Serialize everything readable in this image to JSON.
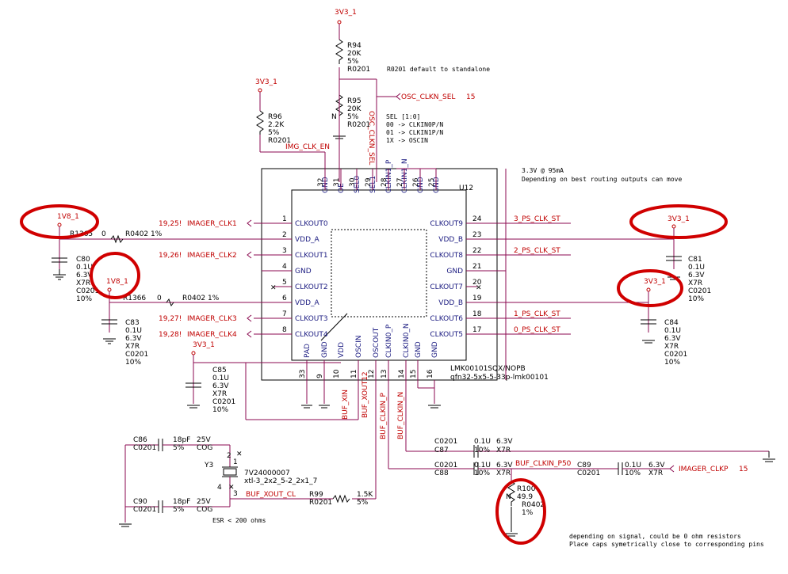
{
  "power": {
    "v33": "3V3_1",
    "v18": "1V8_1"
  },
  "chip": {
    "ref": "U12",
    "part": "LMK00101SQX/NOPB",
    "footprint": "qfn32-5x5-5-33p-lmk00101",
    "note_power": "3.3V @ 95mA",
    "note_route": "Depending on best routing outputs can move",
    "left_pins": [
      {
        "num": "1",
        "name": "CLKOUT0"
      },
      {
        "num": "2",
        "name": "VDD_A"
      },
      {
        "num": "3",
        "name": "CLKOUT1"
      },
      {
        "num": "4",
        "name": "GND"
      },
      {
        "num": "5",
        "name": "CLKOUT2"
      },
      {
        "num": "6",
        "name": "VDD_A"
      },
      {
        "num": "7",
        "name": "CLKOUT3"
      },
      {
        "num": "8",
        "name": "CLKOUT4"
      }
    ],
    "right_pins": [
      {
        "num": "24",
        "name": "CLKOUT9"
      },
      {
        "num": "23",
        "name": "VDD_B"
      },
      {
        "num": "22",
        "name": "CLKOUT8"
      },
      {
        "num": "21",
        "name": "GND"
      },
      {
        "num": "20",
        "name": "CLKOUT7"
      },
      {
        "num": "19",
        "name": "VDD_B"
      },
      {
        "num": "18",
        "name": "CLKOUT6"
      },
      {
        "num": "17",
        "name": "CLKOUT5"
      }
    ],
    "top_pins": [
      {
        "num": "32",
        "name": "GND"
      },
      {
        "num": "31",
        "name": "OE"
      },
      {
        "num": "30",
        "name": "SEL0"
      },
      {
        "num": "29",
        "name": "SEL1"
      },
      {
        "num": "28",
        "name": "CLKIN1_P"
      },
      {
        "num": "27",
        "name": "CLKIN1_N"
      },
      {
        "num": "26",
        "name": "GND"
      },
      {
        "num": "25",
        "name": "GND"
      }
    ],
    "bottom_pins": [
      {
        "num": "33",
        "name": "PAD"
      },
      {
        "num": "9",
        "name": "GND"
      },
      {
        "num": "10",
        "name": "VDD"
      },
      {
        "num": "11",
        "name": "OSCIN"
      },
      {
        "num": "12",
        "name": "OSCOUT"
      },
      {
        "num": "13",
        "name": "CLKIN0_P"
      },
      {
        "num": "14",
        "name": "CLKIN0_N"
      },
      {
        "num": "15",
        "name": "GND"
      },
      {
        "num": "16",
        "name": "GND"
      }
    ]
  },
  "nets": {
    "imager_clk1": "IMAGER_CLK1",
    "imager_clk1_ref": "19,25!",
    "imager_clk2": "IMAGER_CLK2",
    "imager_clk2_ref": "19,26!",
    "imager_clk3": "IMAGER_CLK3",
    "imager_clk3_ref": "19,27!",
    "imager_clk4": "IMAGER_CLK4",
    "imager_clk4_ref": "19,28!",
    "ps3": "3_PS_CLK_ST",
    "ps2": "2_PS_CLK_ST",
    "ps1": "1_PS_CLK_ST",
    "ps0": "0_PS_CLK_ST",
    "img_clk_en": "IMG_CLK_EN",
    "osc_sel": "OSC_CLKN_SEL",
    "osc_sel_ref": "15",
    "osc_sel_vert": "OSC_CLKN_SEL",
    "buf_xin": "BUF_XIN",
    "buf_xout12": "BUF_XOUT12",
    "buf_clkin_p": "BUF_CLKIN_P",
    "buf_clkin_n": "BUF_CLKIN_N",
    "buf_xout_cl": "BUF_XOUT_CL",
    "buf_clkin_p50": "BUF_CLKIN_P50",
    "imager_clkp": "IMAGER_CLKP",
    "imager_clkp_ref": "15",
    "r1365": "R1365",
    "r1366": "R1366",
    "zero": "0",
    "r0402": "R0402 1%"
  },
  "notes": {
    "r94_note": "R0201 default to standalone",
    "sel_title": "SEL [1:0]",
    "sel_00": "00 -> CLKIN0P/N",
    "sel_01": "01 -> CLKIN1P/N",
    "sel_1x": "1X -> OSCIN",
    "esr": "ESR < 200 ohms",
    "bottom1": "depending on signal, could be 0 ohm resistors",
    "bottom2": "Place caps symetrically close to corresponding pins"
  },
  "parts": {
    "r94": [
      "R94",
      "20K",
      "5%",
      "R0201"
    ],
    "r95": [
      "R95",
      "20K",
      "5%",
      "R0201"
    ],
    "r96": [
      "R96",
      "2.2K",
      "5%",
      "R0201"
    ],
    "c80": [
      "C80",
      "0.1U",
      "6.3V",
      "X7R",
      "C0201",
      "10%"
    ],
    "c83": [
      "C83",
      "0.1U",
      "6.3V",
      "X7R",
      "C0201",
      "10%"
    ],
    "c85": [
      "C85",
      "0.1U",
      "6.3V",
      "X7R",
      "C0201",
      "10%"
    ],
    "c81": [
      "C81",
      "0.1U",
      "6.3V",
      "X7R",
      "C0201",
      "10%"
    ],
    "c84": [
      "C84",
      "0.1U",
      "6.3V",
      "X7R",
      "C0201",
      "10%"
    ],
    "c86": [
      "C86",
      "C0201",
      "18pF",
      "5%",
      "25V",
      "COG"
    ],
    "c90": [
      "C90",
      "C0201",
      "18pF",
      "5%",
      "25V",
      "COG"
    ],
    "c87": [
      "C0201",
      "C87",
      "0.1U",
      "10%",
      "6.3V",
      "X7R"
    ],
    "c88": [
      "C0201",
      "C88",
      "0.1U",
      "10%",
      "6.3V",
      "X7R"
    ],
    "c89": [
      "C89",
      "C0201",
      "0.1U",
      "10%",
      "6.3V",
      "X7R"
    ],
    "y3": [
      "Y3",
      "7V24000007",
      "xtl-3_2x2_5-2_2x1_7"
    ],
    "r99": [
      "R99",
      "R0201",
      "1.5K",
      "5%"
    ],
    "r100": [
      "R100",
      "49.9",
      "R0402",
      "1%"
    ],
    "nf": "N",
    "pin1": "1",
    "pin2": "2",
    "pin3": "3",
    "pin4": "4"
  },
  "colors": {
    "wire": "#8b0a50",
    "net": "#c00000",
    "pin": "#1a1a80",
    "highlight": "#d00000"
  }
}
